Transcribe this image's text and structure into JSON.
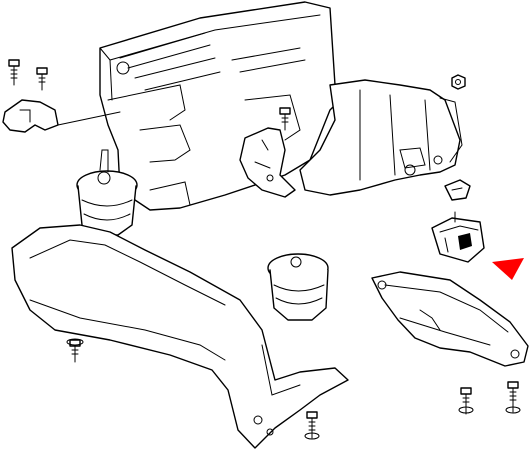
{
  "diagram": {
    "background": "#ffffff",
    "line_color": "#000000",
    "marker_color": "#ff0000",
    "parts": [
      "engine-block",
      "transmission-housing",
      "engine-mount-left",
      "engine-mount-center",
      "front-crossmember",
      "transmission-crossmember",
      "transmission-mount",
      "mounting-bracket-left",
      "mounting-bracket-transmission",
      "retaining-clip",
      "bolt",
      "nut"
    ],
    "marker": {
      "shape": "triangle",
      "points_to": "transmission-mount"
    }
  }
}
